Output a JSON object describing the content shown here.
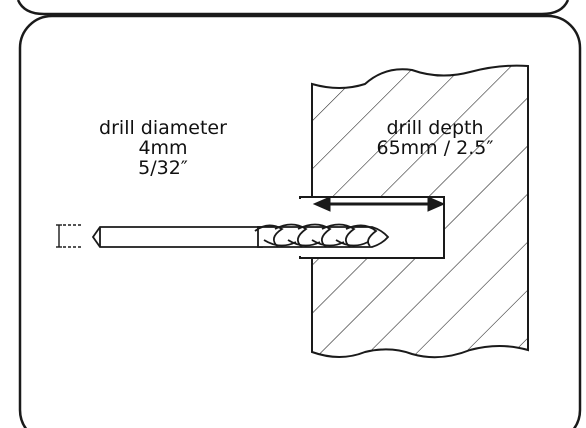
{
  "diagram": {
    "diameter_label": {
      "line1": "drill diameter",
      "line2": "4mm",
      "line3": "5/32″"
    },
    "depth_label": {
      "line1": "drill depth",
      "line2": "65mm / 2.5″"
    },
    "colors": {
      "stroke": "#1a1a1a",
      "background": "#ffffff"
    }
  }
}
